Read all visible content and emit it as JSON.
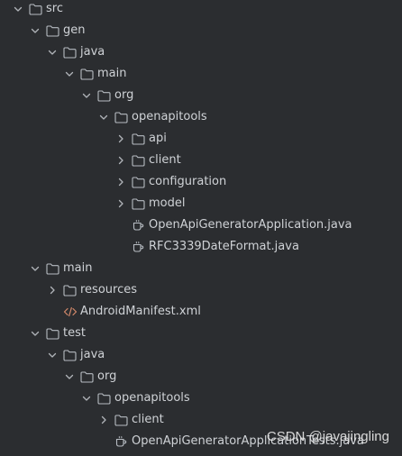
{
  "colors": {
    "background": "#2b2d30",
    "text": "#cfd2d6",
    "icon": "#b7bcc2",
    "chevron": "#b0b4b9"
  },
  "tree": [
    {
      "label": "src",
      "depth": 0,
      "icon": "folder-icon",
      "chevron": "expanded"
    },
    {
      "label": "gen",
      "depth": 1,
      "icon": "folder-icon",
      "chevron": "expanded"
    },
    {
      "label": "java",
      "depth": 2,
      "icon": "folder-icon",
      "chevron": "expanded"
    },
    {
      "label": "main",
      "depth": 3,
      "icon": "folder-icon",
      "chevron": "expanded"
    },
    {
      "label": "org",
      "depth": 4,
      "icon": "folder-icon",
      "chevron": "expanded"
    },
    {
      "label": "openapitools",
      "depth": 5,
      "icon": "folder-icon",
      "chevron": "expanded"
    },
    {
      "label": "api",
      "depth": 6,
      "icon": "folder-icon",
      "chevron": "collapsed"
    },
    {
      "label": "client",
      "depth": 6,
      "icon": "folder-icon",
      "chevron": "collapsed"
    },
    {
      "label": "configuration",
      "depth": 6,
      "icon": "folder-icon",
      "chevron": "collapsed"
    },
    {
      "label": "model",
      "depth": 6,
      "icon": "folder-icon",
      "chevron": "collapsed"
    },
    {
      "label": "OpenApiGeneratorApplication.java",
      "depth": 6,
      "icon": "java-file-icon",
      "chevron": "none"
    },
    {
      "label": "RFC3339DateFormat.java",
      "depth": 6,
      "icon": "java-file-icon",
      "chevron": "none"
    },
    {
      "label": "main",
      "depth": 1,
      "icon": "folder-icon",
      "chevron": "expanded"
    },
    {
      "label": "resources",
      "depth": 2,
      "icon": "folder-icon",
      "chevron": "collapsed"
    },
    {
      "label": "AndroidManifest.xml",
      "depth": 2,
      "icon": "xml-file-icon",
      "chevron": "none"
    },
    {
      "label": "test",
      "depth": 1,
      "icon": "folder-icon",
      "chevron": "expanded"
    },
    {
      "label": "java",
      "depth": 2,
      "icon": "folder-icon",
      "chevron": "expanded"
    },
    {
      "label": "org",
      "depth": 3,
      "icon": "folder-icon",
      "chevron": "expanded"
    },
    {
      "label": "openapitools",
      "depth": 4,
      "icon": "folder-icon",
      "chevron": "expanded"
    },
    {
      "label": "client",
      "depth": 5,
      "icon": "folder-icon",
      "chevron": "collapsed"
    },
    {
      "label": "OpenApiGeneratorApplicationTests.java",
      "depth": 5,
      "icon": "java-file-icon",
      "chevron": "none"
    }
  ],
  "watermark": "CSDN @javajingling"
}
